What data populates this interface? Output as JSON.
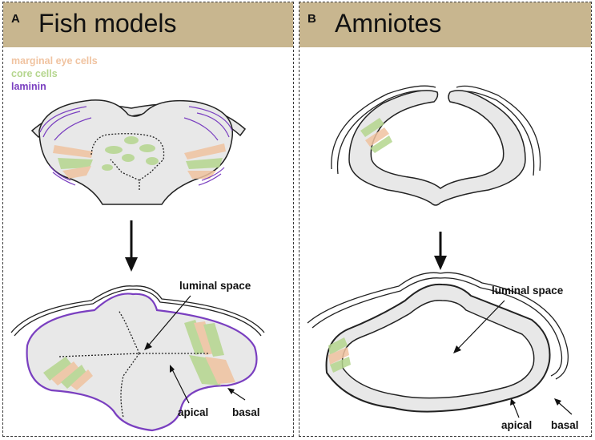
{
  "panel_a": {
    "letter": "A",
    "title": "Fish models",
    "legend": [
      {
        "label": "marginal eye cells",
        "color": "#f0c3a0"
      },
      {
        "label": "core cells",
        "color": "#b5d68e"
      },
      {
        "label": "laminin",
        "color": "#7a3fc0"
      }
    ],
    "labels": {
      "luminal": "luminal space",
      "apical": "apical",
      "basal": "basal"
    }
  },
  "panel_b": {
    "letter": "B",
    "title": "Amniotes",
    "labels": {
      "luminal": "luminal space",
      "apical": "apical",
      "basal": "basal"
    }
  },
  "colors": {
    "header": "#c8b68f",
    "tissue": "#e8e8e8",
    "laminin": "#7a3fc0",
    "marginal": "#f0c3a0",
    "core": "#b5d68e"
  }
}
